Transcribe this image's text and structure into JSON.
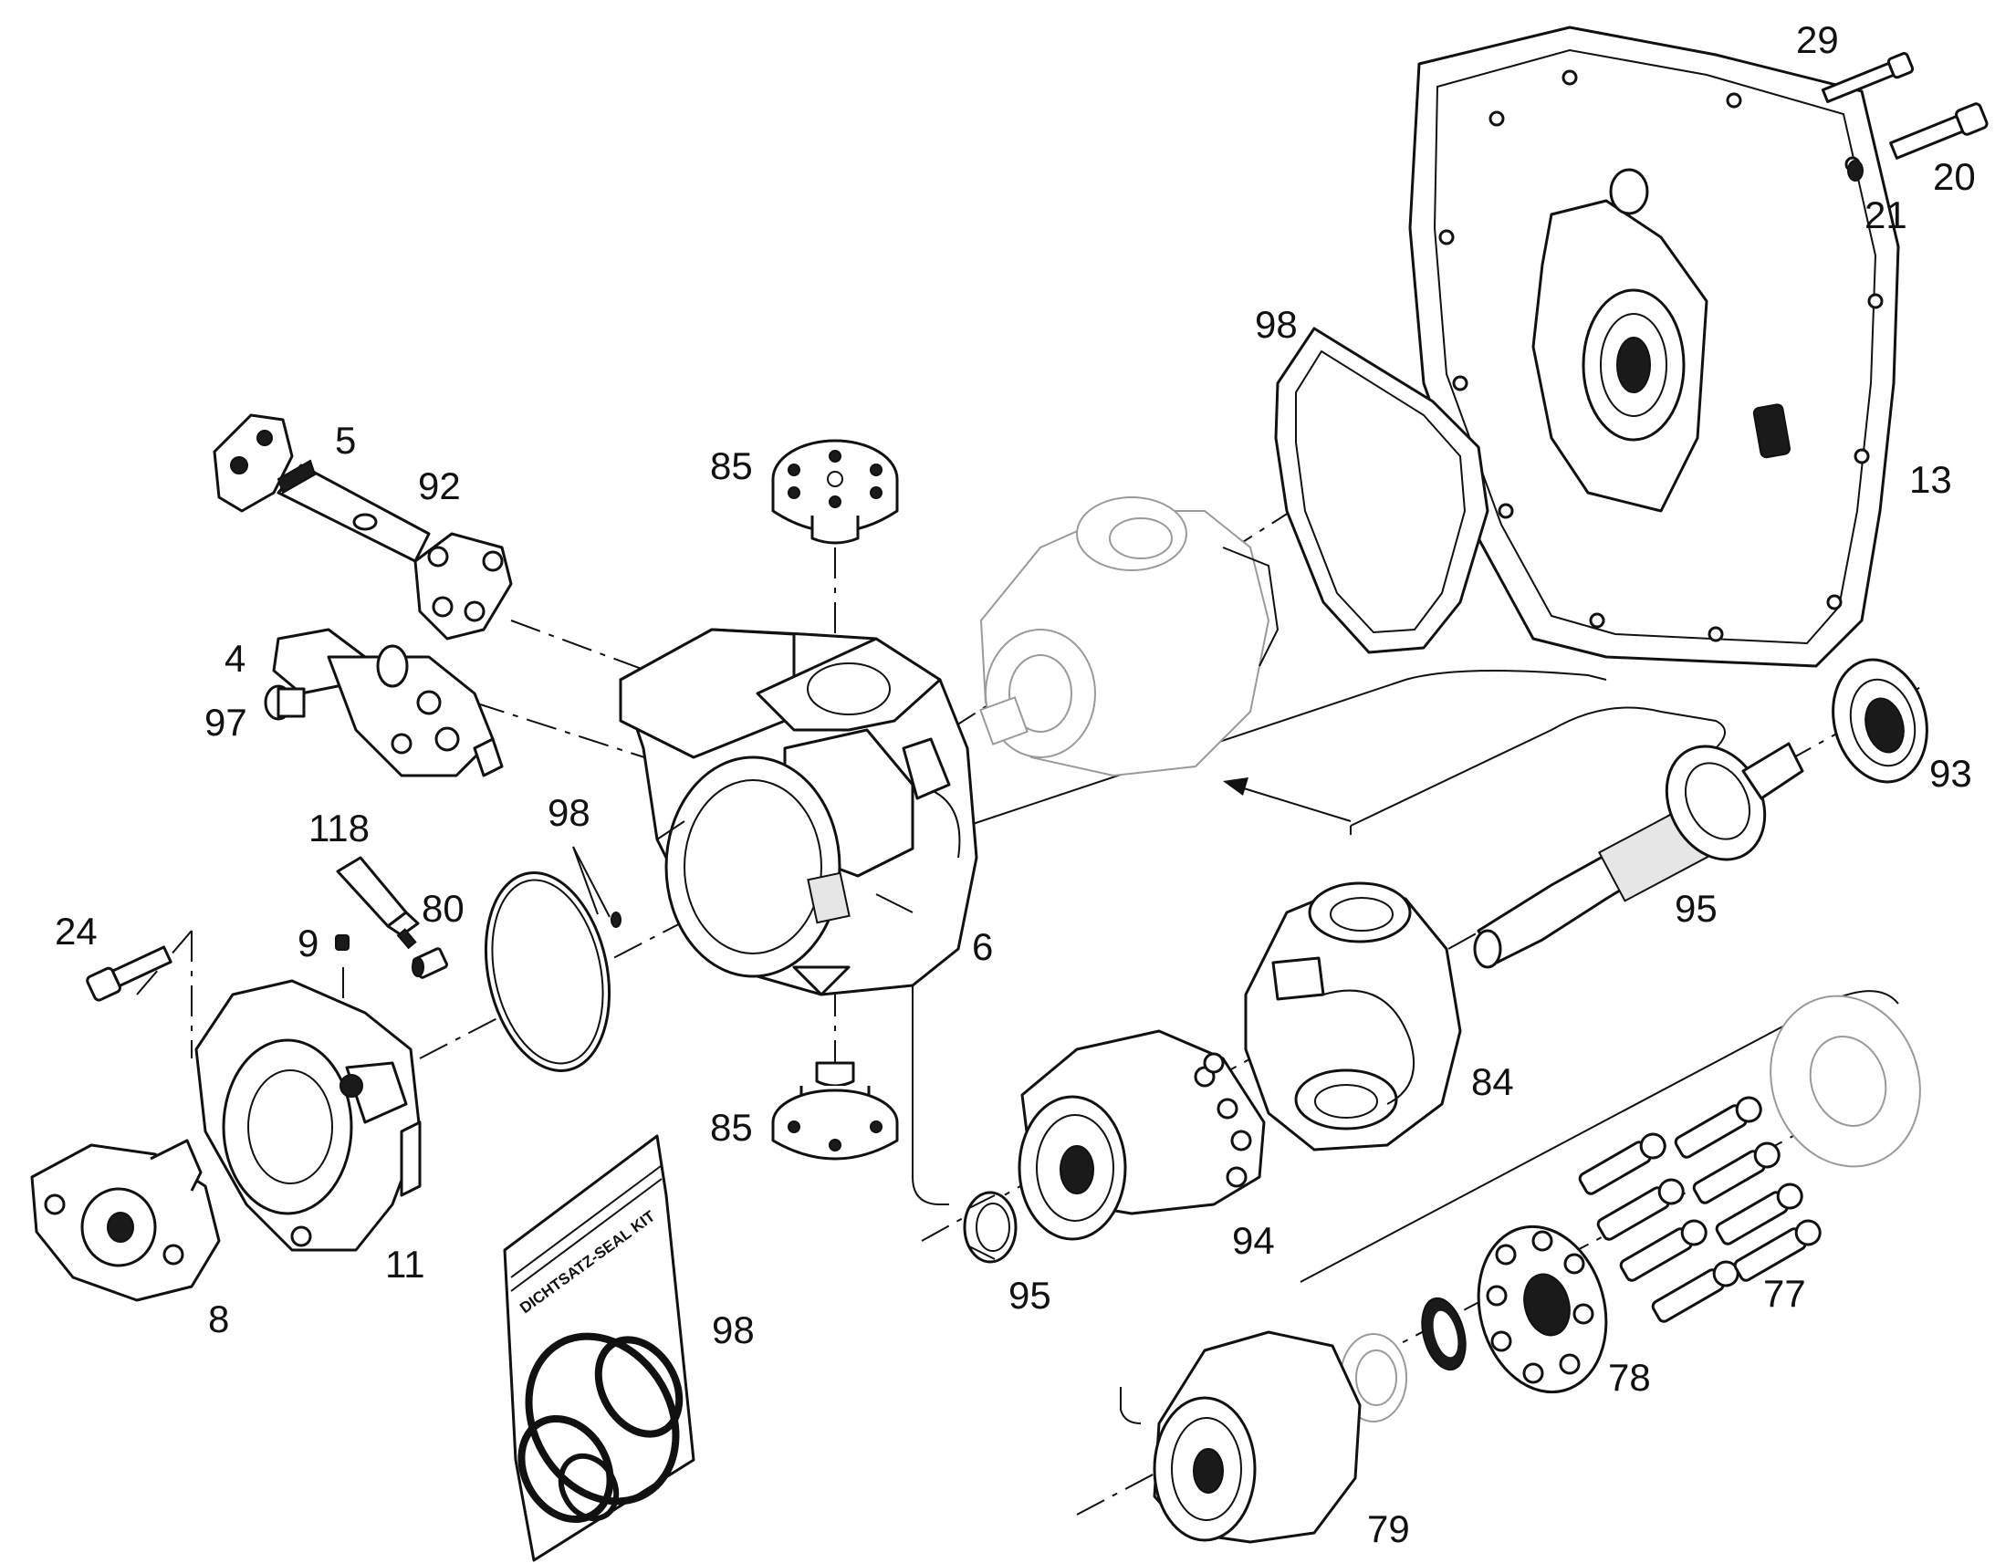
{
  "diagram": {
    "type": "exploded-parts-view",
    "callouts": {
      "p5": "5",
      "p92": "92",
      "p85_top": "85",
      "p4": "4",
      "p97": "97",
      "p98_gasket": "98",
      "p13": "13",
      "p29": "29",
      "p20": "20",
      "p21": "21",
      "p93": "93",
      "p95_shaft": "95",
      "p118": "118",
      "p98_oring": "98",
      "p80": "80",
      "p24": "24",
      "p9": "9",
      "p6": "6",
      "p84": "84",
      "p85_bottom": "85",
      "p94": "94",
      "p95_bearing": "95",
      "p11": "11",
      "p8": "8",
      "p98_kit": "98",
      "p77": "77",
      "p78": "78",
      "p79": "79"
    },
    "seal_kit_print": "DICHTSATZ-SEAL KIT",
    "line_color": "#111111"
  }
}
